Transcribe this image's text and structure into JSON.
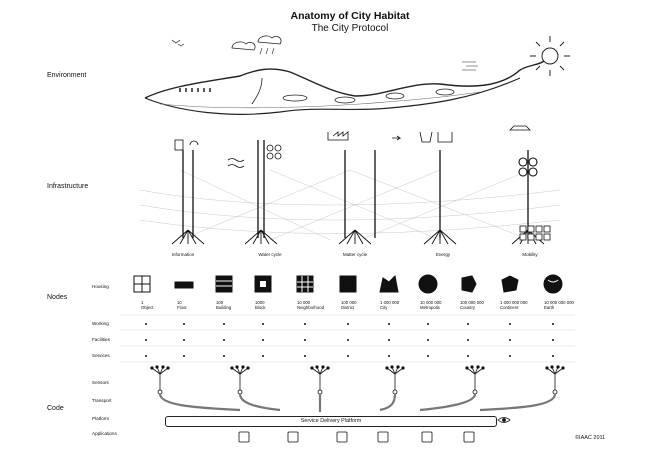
{
  "title": "Anatomy of City Habitat",
  "subtitle": "The City Protocol",
  "sections": {
    "environment": "Environment",
    "infrastructure": "Infrastructure",
    "nodes": "Nodes",
    "code": "Code"
  },
  "infrastructure_labels": [
    "Information",
    "Water cycle",
    "Matter cycle",
    "Energy",
    "Mobility"
  ],
  "node_rows": {
    "housing": "Housing",
    "working": "Working",
    "facilities": "Facilities",
    "services": "Services"
  },
  "scales": [
    {
      "count": "1",
      "name": "Object"
    },
    {
      "count": "10",
      "name": "Floor"
    },
    {
      "count": "100",
      "name": "Building"
    },
    {
      "count": "1000",
      "name": "Block"
    },
    {
      "count": "10 000",
      "name": "Neighborhood"
    },
    {
      "count": "100 000",
      "name": "District"
    },
    {
      "count": "1 000 000",
      "name": "City"
    },
    {
      "count": "10 000 000",
      "name": "Metropolis"
    },
    {
      "count": "100 000 000",
      "name": "Country"
    },
    {
      "count": "1 000 000 000",
      "name": "Continent"
    },
    {
      "count": "10 000 000 000",
      "name": "Earth"
    }
  ],
  "code_rows": {
    "sensors": "Sensors",
    "transport": "Transport",
    "platform": "Platform",
    "applications": "Applications"
  },
  "platform_label": "Service Delivery Platform",
  "copyright": "©IAAC 2011"
}
